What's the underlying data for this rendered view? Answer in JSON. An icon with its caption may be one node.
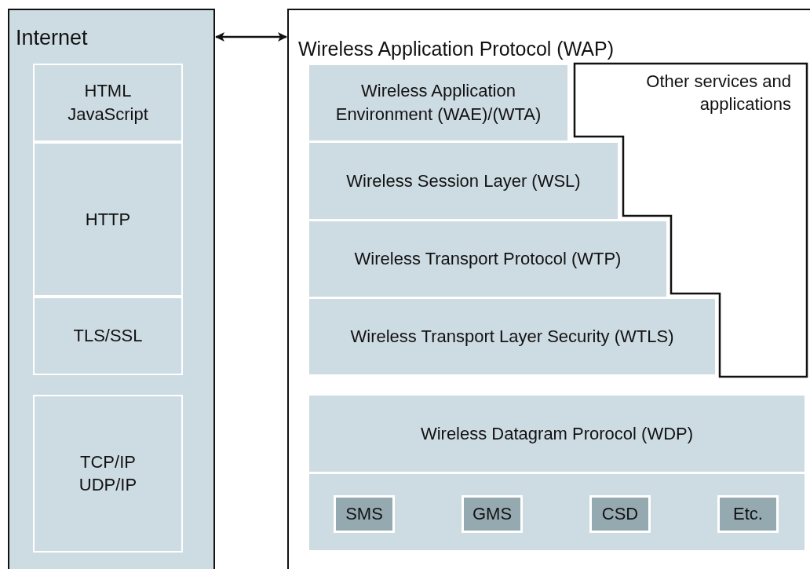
{
  "diagram": {
    "nodes": [
      {
        "text": [
          "Internet"
        ]
      },
      {
        "text": [
          "HTML JavaScript"
        ],
        "in": 0
      },
      {
        "text": [
          "HTTP"
        ],
        "in": 0
      },
      {
        "text": [
          "TLS/SSL"
        ],
        "in": 0
      },
      {
        "text": [
          "TCP/IP UDP/IP"
        ],
        "in": 0
      },
      {
        "text": [
          "Wireless Application Protocol (WAP)"
        ]
      },
      {
        "text": [
          "Wireless Application Environment (WAE)/(WTA)"
        ],
        "in": 5
      },
      {
        "text": [
          "Wireless Session Layer (WSL)"
        ],
        "in": 5
      },
      {
        "text": [
          "Wireless Transport Protocol (WTP)"
        ],
        "in": 5
      },
      {
        "text": [
          "Wireless Transport Layer Security (WTLS)"
        ],
        "in": 5
      },
      {
        "text": [
          "Other services and applications"
        ],
        "in": 5
      },
      {
        "text": [
          "Wireless Datagram Prorocol (WDP)"
        ],
        "in": 5
      },
      {
        "text": [],
        "shape": "box",
        "in": 5
      },
      {
        "text": [
          "SMS"
        ],
        "in": 12
      },
      {
        "text": [
          "GMS"
        ],
        "in": 12
      },
      {
        "text": [
          "CSD"
        ],
        "in": 12
      },
      {
        "text": [
          "Etc."
        ],
        "in": 12
      }
    ],
    "edges": [
      {
        "from": 0,
        "to": 5,
        "arrow": "both"
      }
    ]
  }
}
